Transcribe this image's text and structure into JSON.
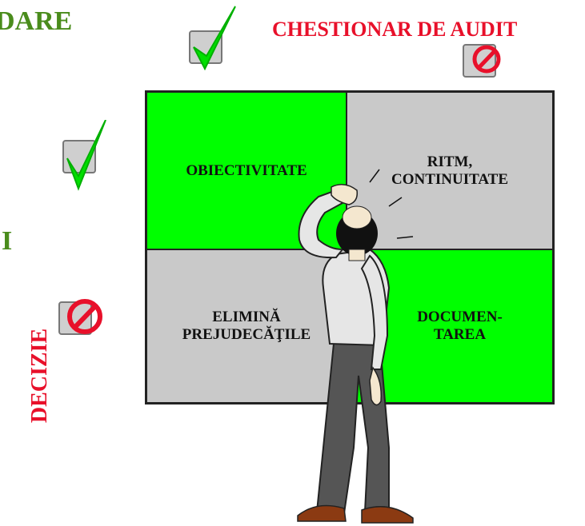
{
  "header": {
    "left_partial_title": "DARE",
    "audit_title": "CHESTIONAR DE AUDIT"
  },
  "side": {
    "partial_label": "I",
    "vertical_label": "DECIZIE"
  },
  "matrix": {
    "cells": [
      {
        "label": "OBIECTIVITATE",
        "color": "#00ff00"
      },
      {
        "label": "RITM, CONTINUITATE",
        "color": "#c9c9c9"
      },
      {
        "label": "ELIMINĂ PREJUDECĂŢILE",
        "color": "#c9c9c9"
      },
      {
        "label": "DOCUMEN-TAREA",
        "color": "#00ff00"
      }
    ]
  },
  "icons": {
    "check_color": "#00e000",
    "prohibit_color": "#e8102a"
  }
}
